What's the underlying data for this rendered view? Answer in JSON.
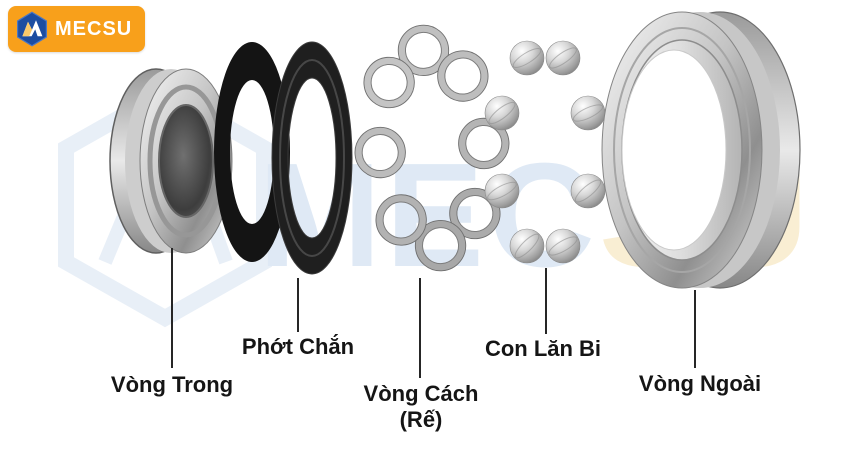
{
  "colors": {
    "background": "#ffffff",
    "label_text": "#151515",
    "leader_line": "#262626",
    "logo_bg": "#f8a01b",
    "logo_hex": "#1c4da1",
    "logo_text": "#ffffff",
    "watermark_blue": "#bed3ea",
    "watermark_yellow": "#f3dca6"
  },
  "logo": {
    "text": "MECSU"
  },
  "watermark": {
    "text_blue": "MEC",
    "text_yellow": "SU"
  },
  "diagram": {
    "parts": [
      {
        "id": "inner-ring",
        "label": "Vòng Trong"
      },
      {
        "id": "seal",
        "label": "Phớt Chắn"
      },
      {
        "id": "cage",
        "label": "Vòng Cách",
        "label_line2": "(Rế)"
      },
      {
        "id": "balls",
        "label": "Con Lăn Bi"
      },
      {
        "id": "outer-ring",
        "label": "Vòng Ngoài"
      }
    ]
  }
}
